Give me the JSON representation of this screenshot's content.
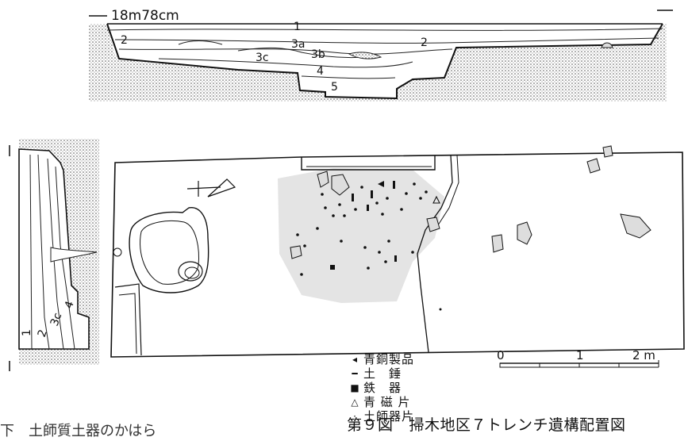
{
  "figure": {
    "number_label": "第９図",
    "title": "掃木地区７トレンチ遺構配置図"
  },
  "section_top": {
    "elevation": "18m78cm",
    "layers": [
      "1",
      "2",
      "3a",
      "3b",
      "3c",
      "4",
      "5",
      "2"
    ]
  },
  "section_left": {
    "layers": [
      "1",
      "2",
      "3c",
      "4"
    ]
  },
  "legend": {
    "items": [
      {
        "symbol": "◂",
        "label": "青銅製品"
      },
      {
        "symbol": "━",
        "label": "土　錘"
      },
      {
        "symbol": "■",
        "label": "鉄　器"
      },
      {
        "symbol": "△",
        "label": "青 磁 片"
      },
      {
        "symbol": "·",
        "label": "土師器片"
      }
    ]
  },
  "scale": {
    "labels": [
      "0",
      "1",
      "2 m"
    ]
  },
  "partial_text": "下　土師質土器のかはら"
}
